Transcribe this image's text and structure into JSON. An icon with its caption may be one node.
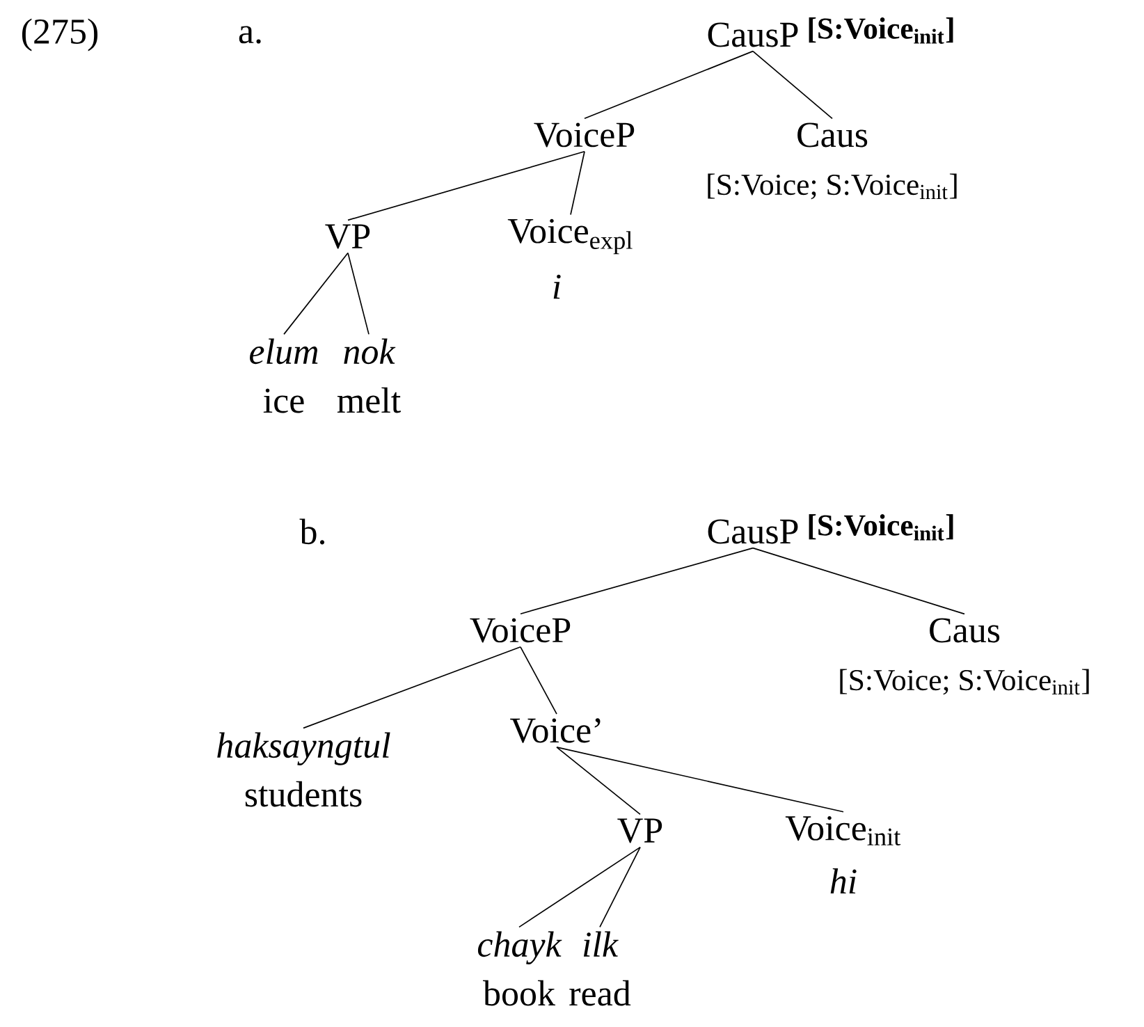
{
  "diagram": {
    "nodes": [
      {
        "text": [
          "CausP"
        ],
        "beside": [
          "[S:Voice$_{init}$]"
        ]
      },
      {
        "text": [
          "VoiceP"
        ]
      },
      {
        "text": [
          "Caus"
        ],
        "beside": [
          "[S:Voice; S:Voice$_{init}$]"
        ]
      },
      {
        "text": [
          "VP"
        ]
      },
      {
        "text": [
          "Voice$_{expl}$"
        ],
        "beside": [
          "i"
        ]
      },
      {
        "text": [
          "elum",
          "ice"
        ]
      },
      {
        "text": [
          "nok",
          "melt"
        ]
      },
      {
        "text": [
          "CausP"
        ],
        "beside": [
          "[S:Voice$_{init}$]"
        ]
      },
      {
        "text": [
          "VoiceP"
        ]
      },
      {
        "text": [
          "Caus"
        ],
        "beside": [
          "[S:Voice; S:Voice$_{init}$]"
        ]
      },
      {
        "text": [
          "haksayngtul",
          "students"
        ]
      },
      {
        "text": [
          "Voice’"
        ]
      },
      {
        "text": [
          "VP"
        ]
      },
      {
        "text": [
          "Voice$_{init}$"
        ],
        "beside": [
          "hi"
        ]
      },
      {
        "text": [
          "chayk",
          "book"
        ]
      },
      {
        "text": [
          "ilk",
          "read"
        ]
      }
    ],
    "edges": [
      {
        "from": 0,
        "to": 1,
        "arrow": "none"
      },
      {
        "from": 0,
        "to": 2,
        "arrow": "none"
      },
      {
        "from": 1,
        "to": 3,
        "arrow": "none"
      },
      {
        "from": 1,
        "to": 4,
        "arrow": "none"
      },
      {
        "from": 3,
        "to": 5,
        "arrow": "none"
      },
      {
        "from": 3,
        "to": 6,
        "arrow": "none"
      },
      {
        "from": 7,
        "to": 8,
        "arrow": "none"
      },
      {
        "from": 7,
        "to": 9,
        "arrow": "none"
      },
      {
        "from": 8,
        "to": 10,
        "arrow": "none"
      },
      {
        "from": 8,
        "to": 11,
        "arrow": "none"
      },
      {
        "from": 11,
        "to": 12,
        "arrow": "none"
      },
      {
        "from": 11,
        "to": 13,
        "arrow": "none"
      },
      {
        "from": 12,
        "to": 14,
        "arrow": "none"
      },
      {
        "from": 12,
        "to": 15,
        "arrow": "none"
      }
    ],
    "labels": [
      "(275)",
      "a.",
      "b."
    ]
  }
}
